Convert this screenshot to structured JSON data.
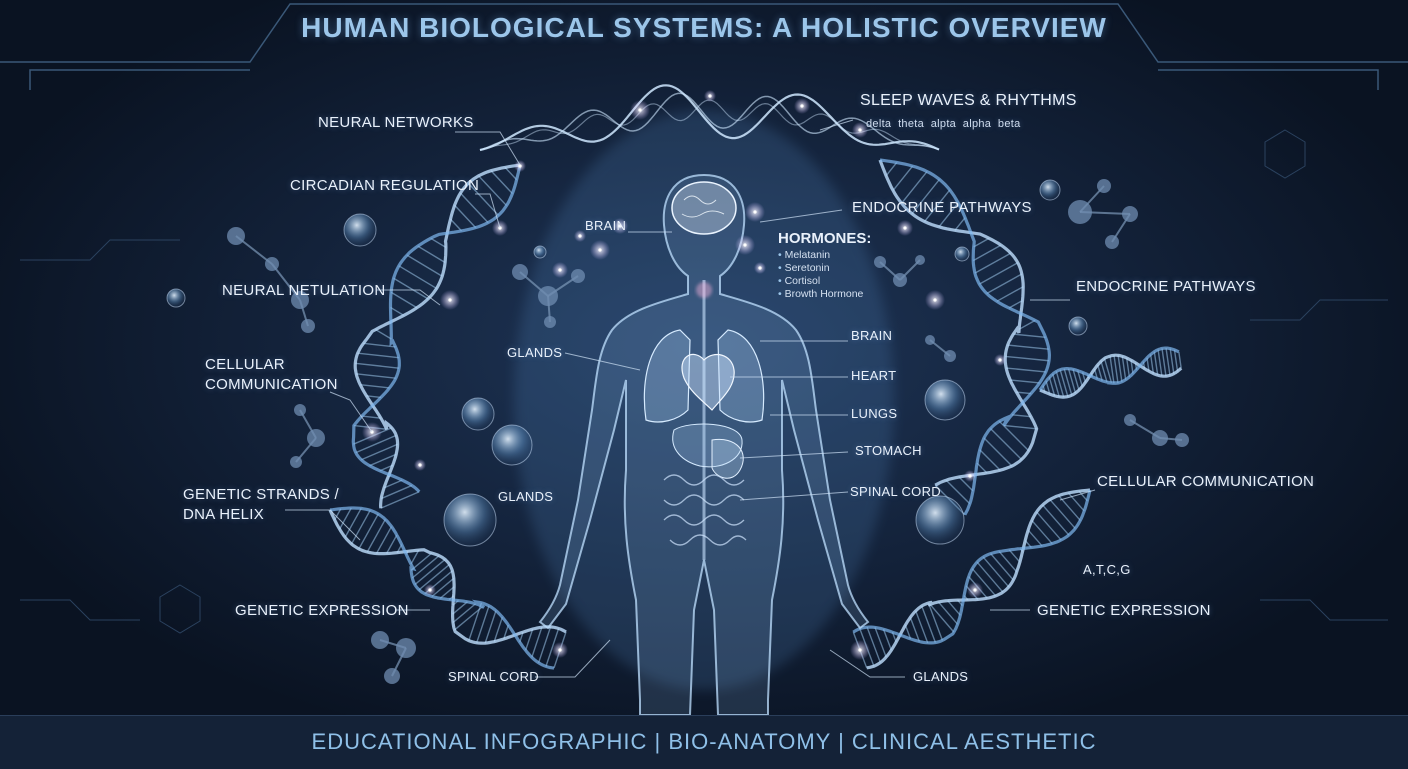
{
  "title": "HUMAN BIOLOGICAL SYSTEMS: A HOLISTIC OVERVIEW",
  "footer": "EDUCATIONAL INFOGRAPHIC | BIO-ANATOMY | CLINICAL AESTHETIC",
  "sleep": {
    "title": "SLEEP WAVES & RHYTHMS",
    "waves": "delta  theta  alpta  alpha  beta"
  },
  "hormones": {
    "heading": "HORMONES:",
    "items": [
      "Melatanin",
      "Seretonin",
      "Cortisol",
      "Browth Hormone"
    ]
  },
  "labels": {
    "neural_networks": "NEURAL NETWORKS",
    "circadian": "CIRCADIAN REGULATION",
    "neural_netulation": "NEURAL NETULATION",
    "cellular_comm_left": [
      "CELLULAR",
      "COMMUNICATION"
    ],
    "genetic_strands": [
      "GENETIC STRANDS /",
      "DNA HELIX"
    ],
    "genetic_expression_left": "GENETIC EXPRESSION",
    "spinal_cord_bottom": "SPINAL CORD",
    "brain_top": "BRAIN",
    "glands_upper": "GLANDS",
    "glands_middle": "GLANDS",
    "endocrine_top": "ENDOCRINE PATHWAYS",
    "endocrine_right": "ENDOCRINE PATHWAYS",
    "brain": "BRAIN",
    "heart": "HEART",
    "lungs": "LUNGS",
    "stomach": "STOMACH",
    "spinal_cord": "SPINAL CORD",
    "cellular_comm_right": "CELLULAR COMMUNICATION",
    "bases": "A,T,C,G",
    "genetic_expression_right": "GENETIC EXPRESSION",
    "glands_bottom": "GLANDS"
  },
  "colors": {
    "background": "#0c1626",
    "glow": "#a9d4ff",
    "accent": "#9cc6ea",
    "helix": "#7fb8ef"
  }
}
